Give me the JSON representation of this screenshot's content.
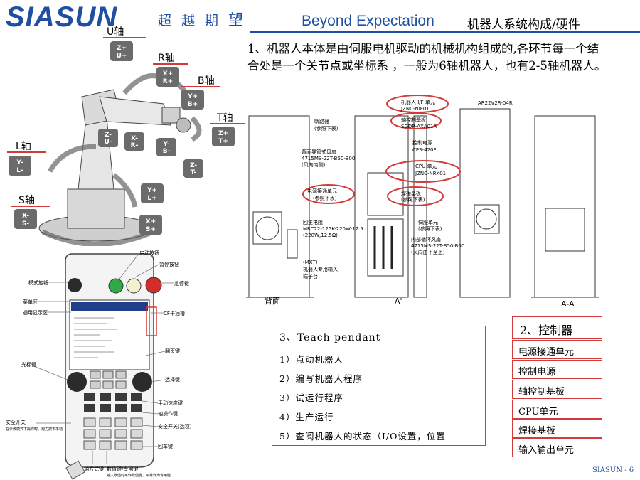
{
  "header": {
    "logo": "SIASUN",
    "logo_cn": [
      "超",
      "越",
      "期",
      "望"
    ],
    "tagline": "Beyond Expectation",
    "section": "机器人系统构成/硬件"
  },
  "intro": "1、机器人本体是由伺服电机驱动的机械机构组成的,各环节每一个结合处是一个关节点或坐标系 ，一般为6轴机器人，也有2-5轴机器人。",
  "robot": {
    "axes": [
      "U轴",
      "R轴",
      "B轴",
      "T轴",
      "L轴",
      "S轴"
    ],
    "keys": {
      "u_plus": [
        "Z+",
        "U+"
      ],
      "r_plus": [
        "X+",
        "R+"
      ],
      "b_plus": [
        "Y+",
        "B+"
      ],
      "t_plus": [
        "Z+",
        "T+"
      ],
      "l_minus": [
        "Y-",
        "L-"
      ],
      "s_minus": [
        "X-",
        "S-"
      ],
      "u_minus": [
        "Z-",
        "U-"
      ],
      "r_minus": [
        "X-",
        "R-"
      ],
      "b_minus": [
        "Y-",
        "B-"
      ],
      "t_minus": [
        "Z-",
        "T-"
      ],
      "l_plus": [
        "Y+",
        "L+"
      ],
      "s_plus": [
        "X+",
        "S+"
      ]
    }
  },
  "pendant": {
    "labels_left": [
      "模式旋钮",
      "菜单区",
      "通用显示区",
      "光标键",
      "安全开关"
    ],
    "labels_right": [
      "启动按钮",
      "暂停按钮",
      "急停键",
      "CF卡插槽",
      "翻页键",
      "选择键",
      "手动速度键",
      "轴操作键",
      "安全开关(选项)",
      "回车键"
    ],
    "labels_bottom": [
      "轴方式键",
      "数值键/专用键"
    ],
    "safety_note": "在示教模式下操作时，用力按下不动",
    "bottom_note": "输入数值时可作数值键，平常作为专用键"
  },
  "cabinet": {
    "labels": [
      "断路器",
      "(参照下表)",
      "背面导管式风扇",
      "4715MS-22T-B50-B00",
      "(风向内侧)",
      "电源接通单元",
      "(参照下表)",
      "回生电阻",
      "MRC22-125K-220W-12.5",
      "(220W,12.5Ω)",
      "(MXT)",
      "机器人专用输入",
      "端子台",
      "机器人 I/F 单元",
      "JZNC-NIF01",
      "轴控制基板",
      "SGDR-AXA01A",
      "控制电源",
      "CPS-420F",
      "CPU 单元",
      "JZNC-NRK01",
      "焊接基板",
      "(参照下表)",
      "伺服单元",
      "(参照下表)",
      "内部循环风扇",
      "4715MS-22T-B50-B00",
      "(风向由下至上)",
      "AR22V2R-04R",
      "背面",
      "A'",
      "A-A"
    ]
  },
  "teach": {
    "title": "3、Teach pendant",
    "items": [
      "1）点动机器人",
      "2）编写机器人程序",
      "3）试运行程序",
      "4）生产运行",
      "5）查阅机器人的状态（I/O设置，位置"
    ]
  },
  "controller": {
    "title": "2、控制器",
    "items": [
      "电源接通单元",
      "控制电源",
      "轴控制基板",
      "CPU单元",
      "焊接基板",
      "输入输出单元"
    ]
  },
  "footer": "SIASUN - 6",
  "colors": {
    "brand": "#1f4fa3",
    "highlight": "#d23b3b",
    "key": "#6b6b6b"
  }
}
